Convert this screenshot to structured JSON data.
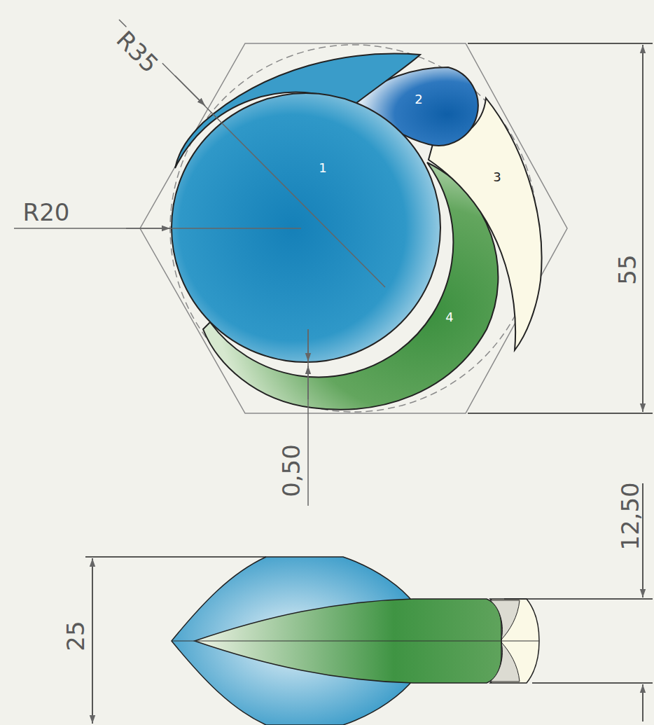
{
  "diagram": {
    "nodes": [
      {
        "text": [
          "1"
        ]
      },
      {
        "text": [
          "2"
        ]
      },
      {
        "text": [
          "3"
        ]
      },
      {
        "text": [
          "4"
        ]
      }
    ],
    "labels": [
      "R35",
      "R20",
      "0,50",
      "55",
      "12,50",
      "25"
    ]
  }
}
